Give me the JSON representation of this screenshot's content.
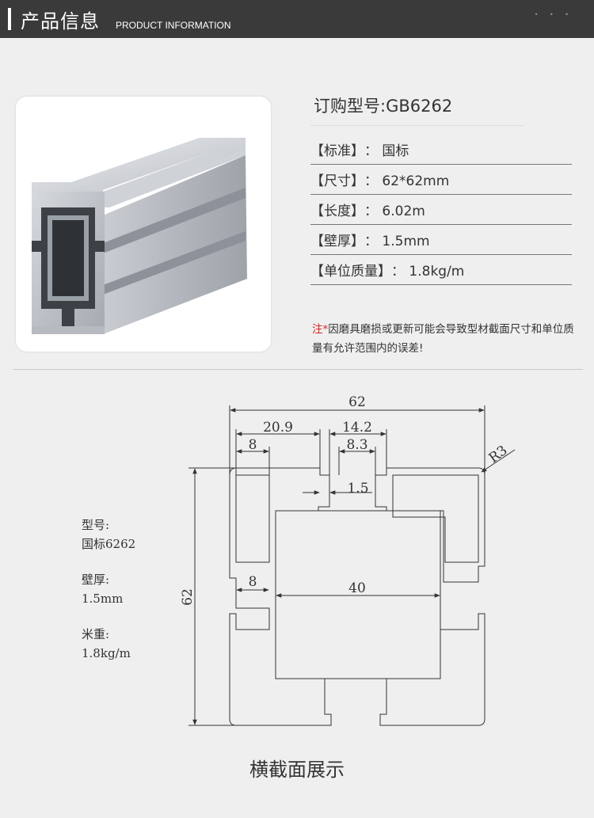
{
  "header": {
    "title": "产品信息",
    "subtitle": "PRODUCT INFORMATION"
  },
  "order_model": "订购型号:GB6262",
  "specs": [
    {
      "key": "【标准】",
      "value": "：  国标"
    },
    {
      "key": "【尺寸】",
      "value": "：  62*62mm"
    },
    {
      "key": "【长度】",
      "value": "：  6.02m"
    },
    {
      "key": "【壁厚】",
      "value": "：  1.5mm"
    },
    {
      "key": "【单位质量】",
      "value": "：  1.8kg/m"
    }
  ],
  "note": {
    "prefix": "注",
    "star": "*",
    "text": "因磨具磨损或更新可能会导致型材截面尺寸和单位质量有允许范围内的误差!"
  },
  "drawing": {
    "side_labels": [
      {
        "label": "型号:",
        "value": "国标6262"
      },
      {
        "label": "壁厚:",
        "value": "1.5mm"
      },
      {
        "label": "米重:",
        "value": "1.8kg/m"
      }
    ],
    "dims": {
      "overall_width": "62",
      "overall_height": "62",
      "d209": "20.9",
      "d142": "14.2",
      "d8_top": "8",
      "d83": "8.3",
      "d15": "1.5",
      "d8_mid": "8",
      "d40": "40",
      "r3": "R3"
    },
    "caption": "横截面展示"
  },
  "colors": {
    "header_bg": "#3a3a3a",
    "page_bg": "#efefef",
    "note_star": "#e02020"
  }
}
